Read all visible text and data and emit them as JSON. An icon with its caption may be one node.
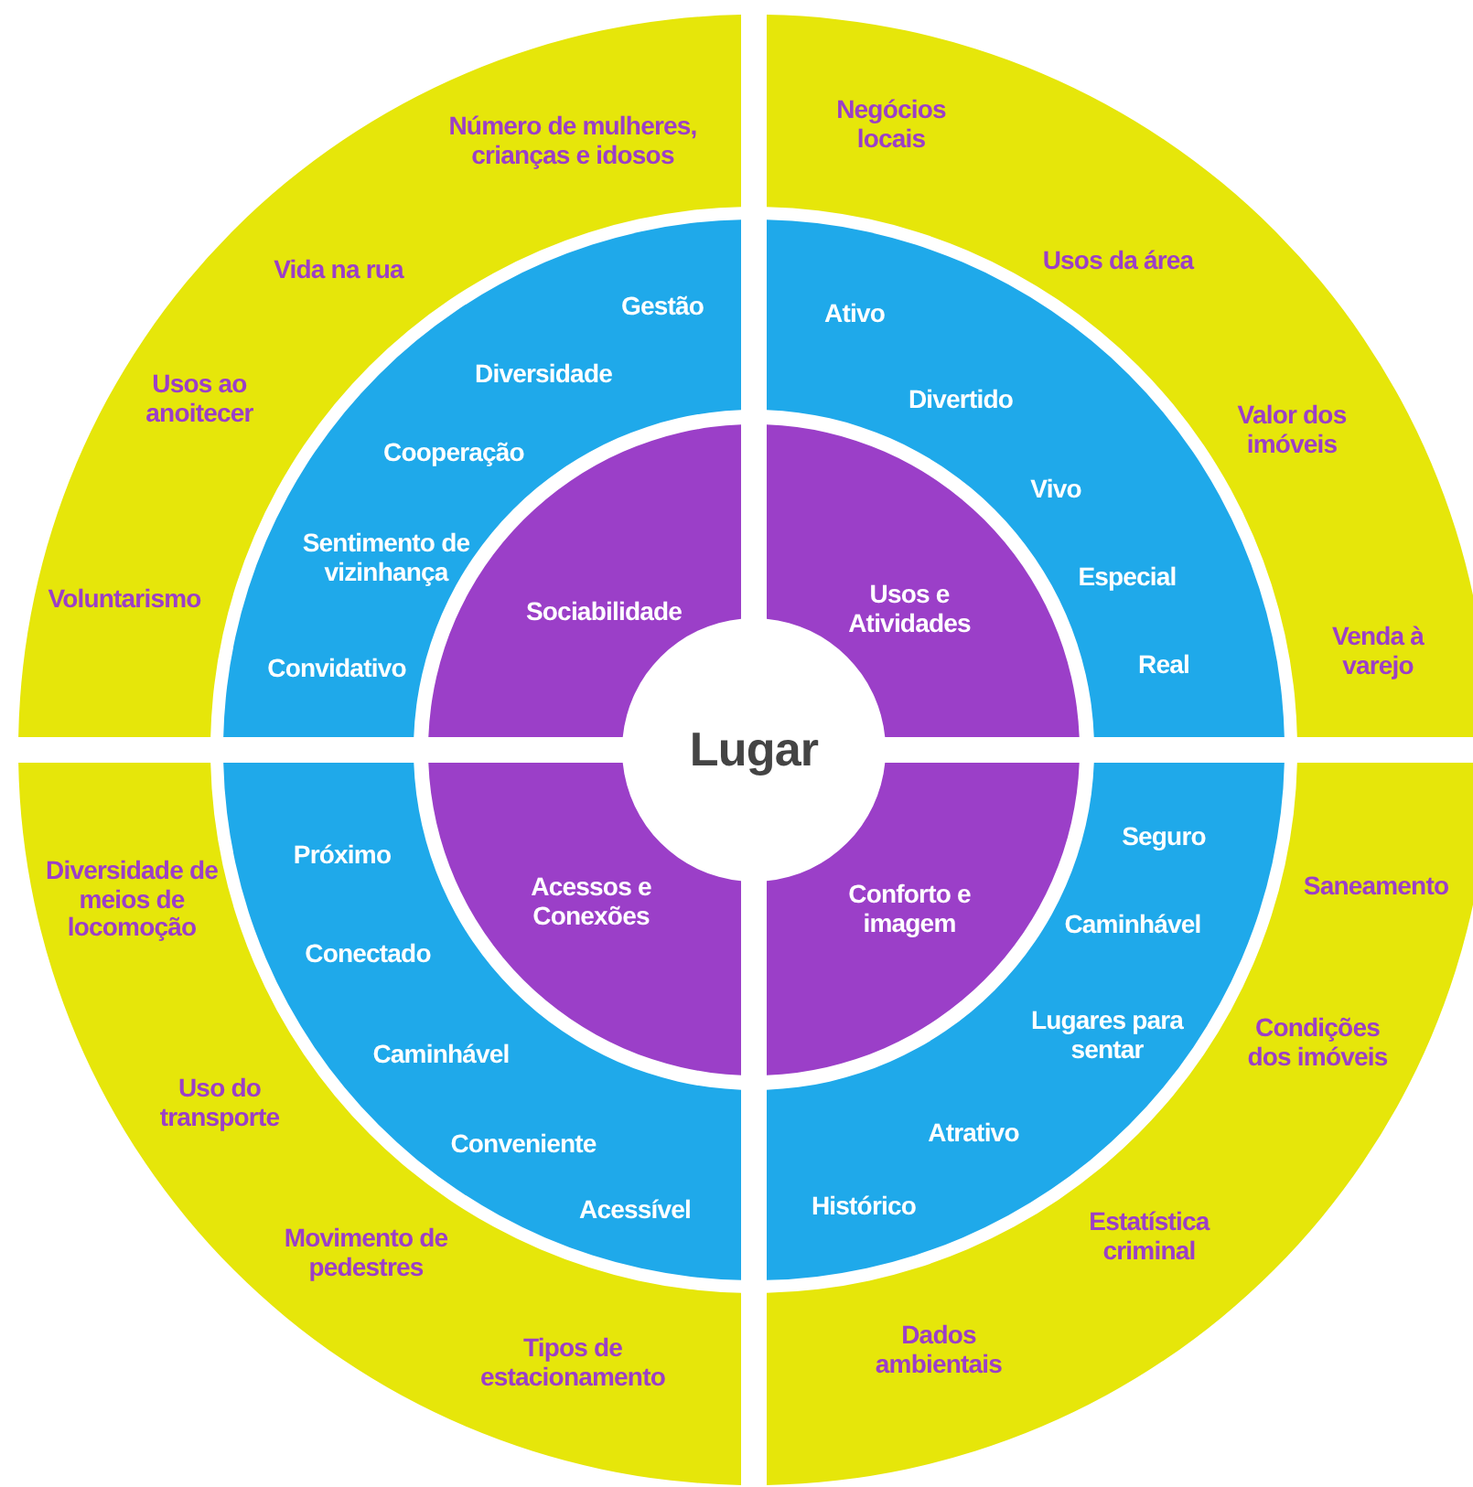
{
  "diagram": {
    "nodes": [
      {
        "text": [
          "Lugar"
        ]
      },
      {
        "text": [
          "Sociabilidade"
        ]
      },
      {
        "text": [
          "Usos e Atividades"
        ]
      },
      {
        "text": [
          "Acessos e Conexões"
        ]
      },
      {
        "text": [
          "Conforto e imagem"
        ]
      },
      {
        "text": [
          "Gestão",
          "Diversidade",
          "Cooperação",
          "Sentimento de vizinhança",
          "Convidativo"
        ]
      },
      {
        "text": [
          "Ativo",
          "Divertido",
          "Vivo",
          "Especial",
          "Real"
        ]
      },
      {
        "text": [
          "Próximo",
          "Conectado",
          "Caminhável",
          "Conveniente",
          "Acessível"
        ]
      },
      {
        "text": [
          "Seguro",
          "Caminhável",
          "Lugares para sentar",
          "Atrativo",
          "Histórico"
        ]
      },
      {
        "text": [
          "Número de mulheres, crianças e idosos",
          "Vida na rua",
          "Usos ao anoitecer",
          "Voluntarismo"
        ]
      },
      {
        "text": [
          "Negócios locais",
          "Usos da área",
          "Valor dos imóveis",
          "Venda à varejo"
        ]
      },
      {
        "text": [
          "Diversidade de meios de locomoção",
          "Uso do transporte",
          "Movimento de pedestres",
          "Tipos de estacionamento"
        ]
      },
      {
        "text": [
          "Saneamento",
          "Condições dos imóveis",
          "Estatística criminal",
          "Dados ambientais"
        ]
      }
    ]
  }
}
